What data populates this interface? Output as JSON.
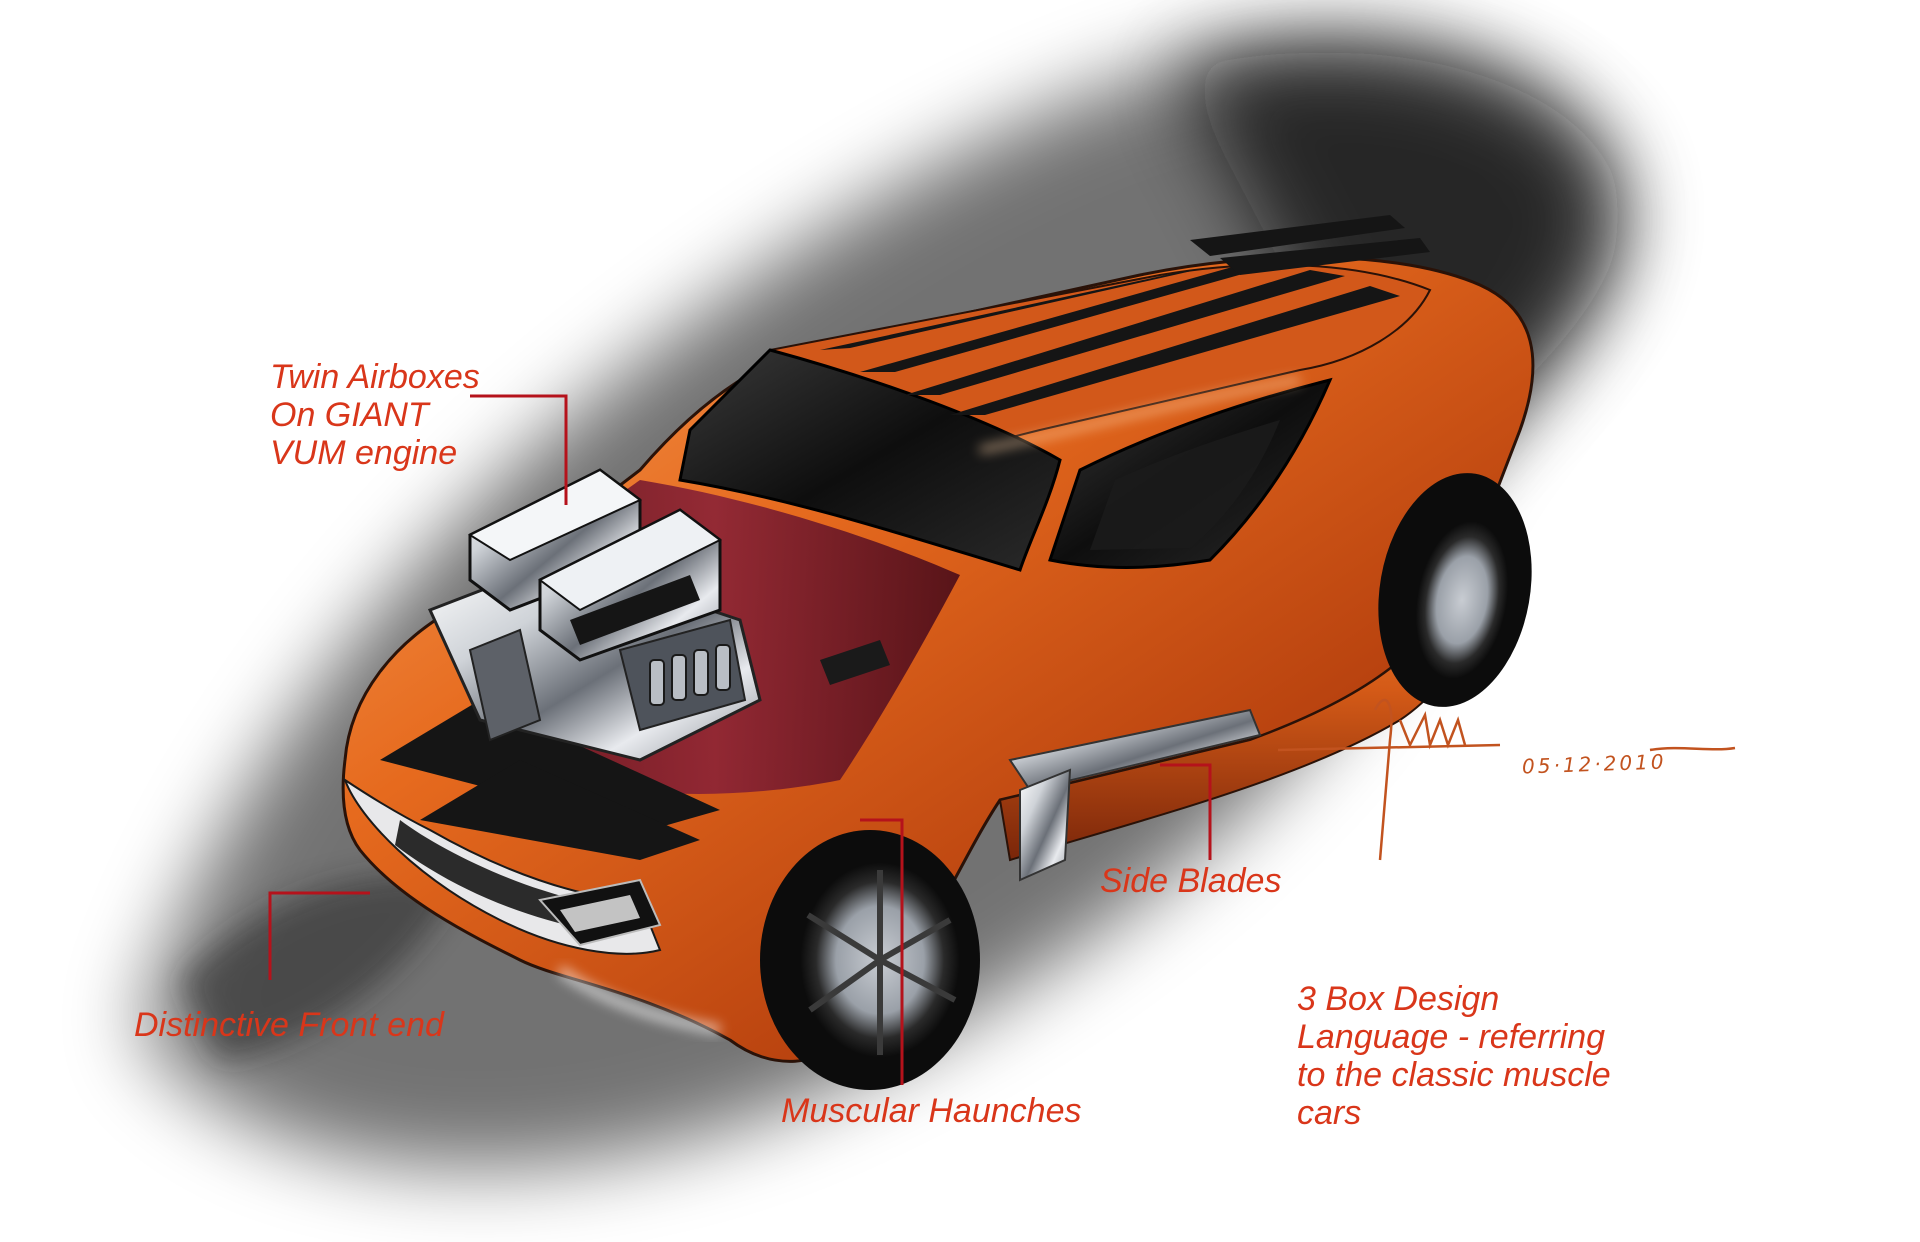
{
  "annotations": {
    "airboxes": [
      "Twin Airboxes",
      "On GIANT",
      "VUM engine"
    ],
    "front_end": "Distinctive Front end",
    "haunches": "Muscular Haunches",
    "side_blades": "Side Blades",
    "box_design": [
      "3 Box Design",
      "Language - referring",
      "to the classic muscle",
      "cars"
    ]
  },
  "signature": {
    "date": "05·12·2010"
  },
  "colors": {
    "annotation_text": "#d9361a",
    "leader_line": "#b5121b",
    "body_paint": "#e4661f",
    "stripe": "#1a1a1a"
  }
}
